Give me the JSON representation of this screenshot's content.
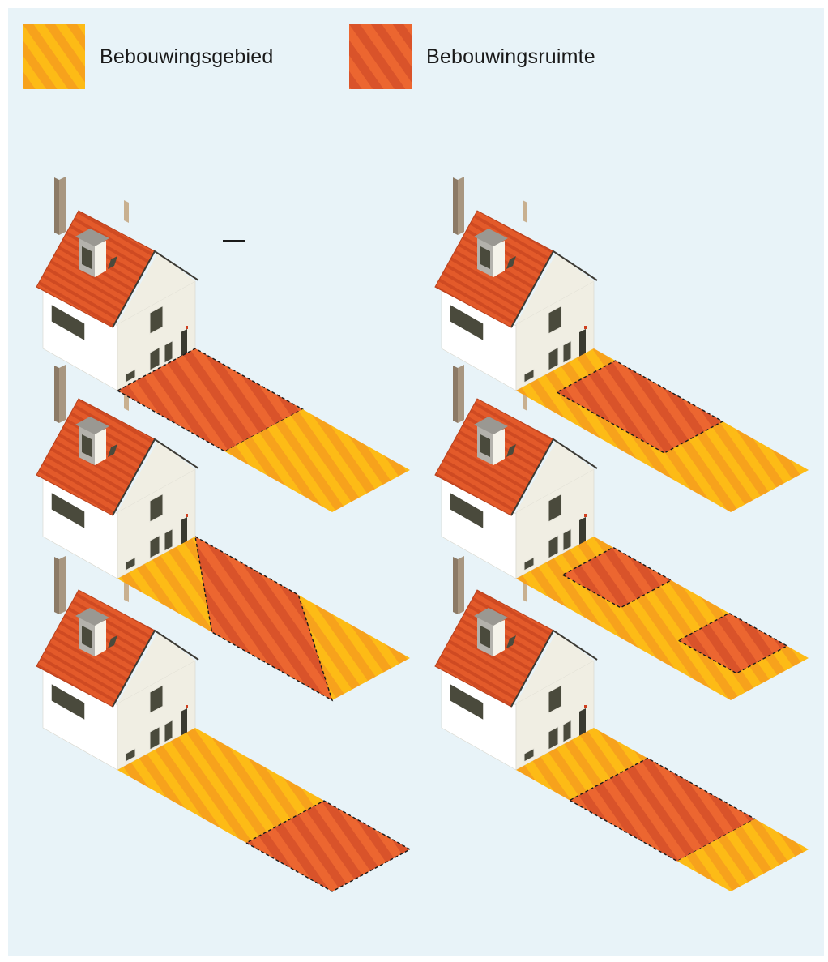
{
  "legend": [
    {
      "id": "gebied",
      "label": "Bebouwingsgebied",
      "pattern": "stripe-yellow"
    },
    {
      "id": "ruimte",
      "label": "Bebouwingsruimte",
      "pattern": "stripe-orange"
    }
  ],
  "colors": {
    "background": "#e8f3f8",
    "gebied_light": "#fdbb16",
    "gebied_dark": "#f7a21c",
    "ruimte_light": "#ec6630",
    "ruimte_dark": "#d9532a",
    "roof": "#e35a2a",
    "wall_front": "#ffffff",
    "wall_side": "#f0eee3",
    "window": "#4a4a3c",
    "chimney": "#8c7a66"
  },
  "examples": [
    {
      "name": "example-top-left",
      "regions": [
        {
          "from": 0,
          "to": 0.5,
          "type": "ruimte"
        },
        {
          "from": 0.5,
          "to": 1,
          "type": "gebied"
        }
      ]
    },
    {
      "name": "example-mid-left",
      "regions": [
        {
          "type": "gebied",
          "from": 0,
          "to": 1
        }
      ],
      "ruimte_polygon": [
        [
          0.05,
          0
        ],
        [
          0.55,
          0
        ],
        [
          1.0,
          1
        ],
        [
          0.5,
          1
        ]
      ]
    },
    {
      "name": "example-bottom-left",
      "regions": [
        {
          "from": 0,
          "to": 0.6,
          "type": "gebied"
        },
        {
          "from": 0.6,
          "to": 1,
          "type": "ruimte"
        }
      ]
    },
    {
      "name": "example-top-right",
      "regions": [
        {
          "type": "gebied",
          "from": 0,
          "to": 1
        }
      ],
      "ruimte_rect": {
        "from": 0.1,
        "to": 0.6,
        "w0": 0.0,
        "w1": 0.75
      }
    },
    {
      "name": "example-mid-right",
      "regions": [
        {
          "type": "gebied",
          "from": 0,
          "to": 1
        }
      ],
      "ruimte_rects": [
        {
          "from": 0.1,
          "to": 0.4,
          "w0": 0.0,
          "w1": 0.6
        },
        {
          "from": 0.7,
          "to": 1.0,
          "w0": 0.0,
          "w1": 0.6
        }
      ]
    },
    {
      "name": "example-bottom-right",
      "regions": [
        {
          "from": 0,
          "to": 0.25,
          "type": "gebied"
        },
        {
          "from": 0.25,
          "to": 0.75,
          "type": "ruimte"
        },
        {
          "from": 0.75,
          "to": 1,
          "type": "gebied"
        }
      ]
    }
  ]
}
